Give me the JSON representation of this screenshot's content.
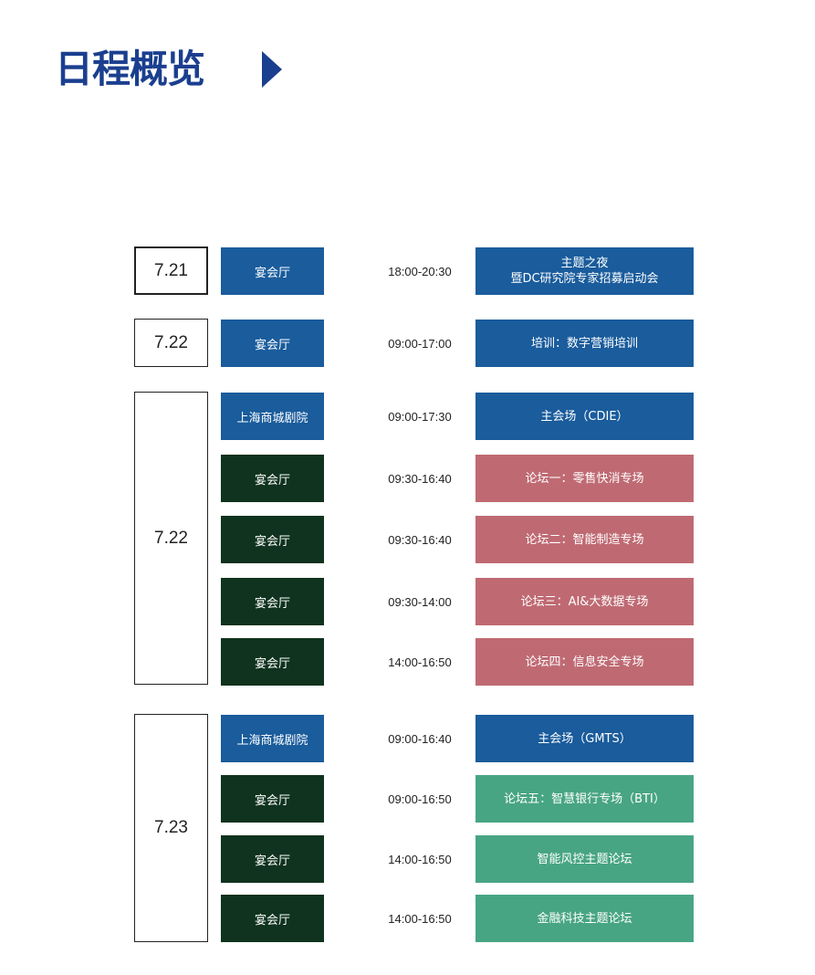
{
  "header": {
    "title": "日程概览",
    "arrow_icon": "triangle-right-icon"
  },
  "dates": [
    "7.21",
    "7.22",
    "7.22",
    "7.23"
  ],
  "rows": [
    {
      "venue": "宴会厅",
      "time": "18:00-20:30",
      "session": [
        "主题之夜",
        "暨DC研究院专家招募启动会"
      ],
      "venue_color": "#1a5c9c",
      "session_color": "#1a5c9c"
    },
    {
      "venue": "宴会厅",
      "time": "09:00-17:00",
      "session": [
        "培训：数字营销培训"
      ],
      "venue_color": "#1a5c9c",
      "session_color": "#1a5c9c"
    },
    {
      "venue": "上海商城剧院",
      "time": "09:00-17:30",
      "session": [
        "主会场（CDIE）"
      ],
      "venue_color": "#1a5c9c",
      "session_color": "#1a5c9c"
    },
    {
      "venue": "宴会厅",
      "time": "09:30-16:40",
      "session": [
        "论坛一：零售快消专场"
      ],
      "venue_color": "#0f331e",
      "session_color": "#bf6a73"
    },
    {
      "venue": "宴会厅",
      "time": "09:30-16:40",
      "session": [
        "论坛二：智能制造专场"
      ],
      "venue_color": "#0f331e",
      "session_color": "#bf6a73"
    },
    {
      "venue": "宴会厅",
      "time": "09:30-14:00",
      "session": [
        "论坛三：AI&大数据专场"
      ],
      "venue_color": "#0f331e",
      "session_color": "#bf6a73"
    },
    {
      "venue": "宴会厅",
      "time": "14:00-16:50",
      "session": [
        "论坛四：信息安全专场"
      ],
      "venue_color": "#0f331e",
      "session_color": "#bf6a73"
    },
    {
      "venue": "上海商城剧院",
      "time": "09:00-16:40",
      "session": [
        "主会场（GMTS）"
      ],
      "venue_color": "#1a5c9c",
      "session_color": "#1a5c9c"
    },
    {
      "venue": "宴会厅",
      "time": "09:00-16:50",
      "session": [
        "论坛五：智慧银行专场（BTI）"
      ],
      "venue_color": "#0f331e",
      "session_color": "#48a584"
    },
    {
      "venue": "宴会厅",
      "time": "14:00-16:50",
      "session": [
        "智能风控主题论坛"
      ],
      "venue_color": "#0f331e",
      "session_color": "#48a584"
    },
    {
      "venue": "宴会厅",
      "time": "14:00-16:50",
      "session": [
        "金融科技主题论坛"
      ],
      "venue_color": "#0f331e",
      "session_color": "#48a584"
    }
  ]
}
